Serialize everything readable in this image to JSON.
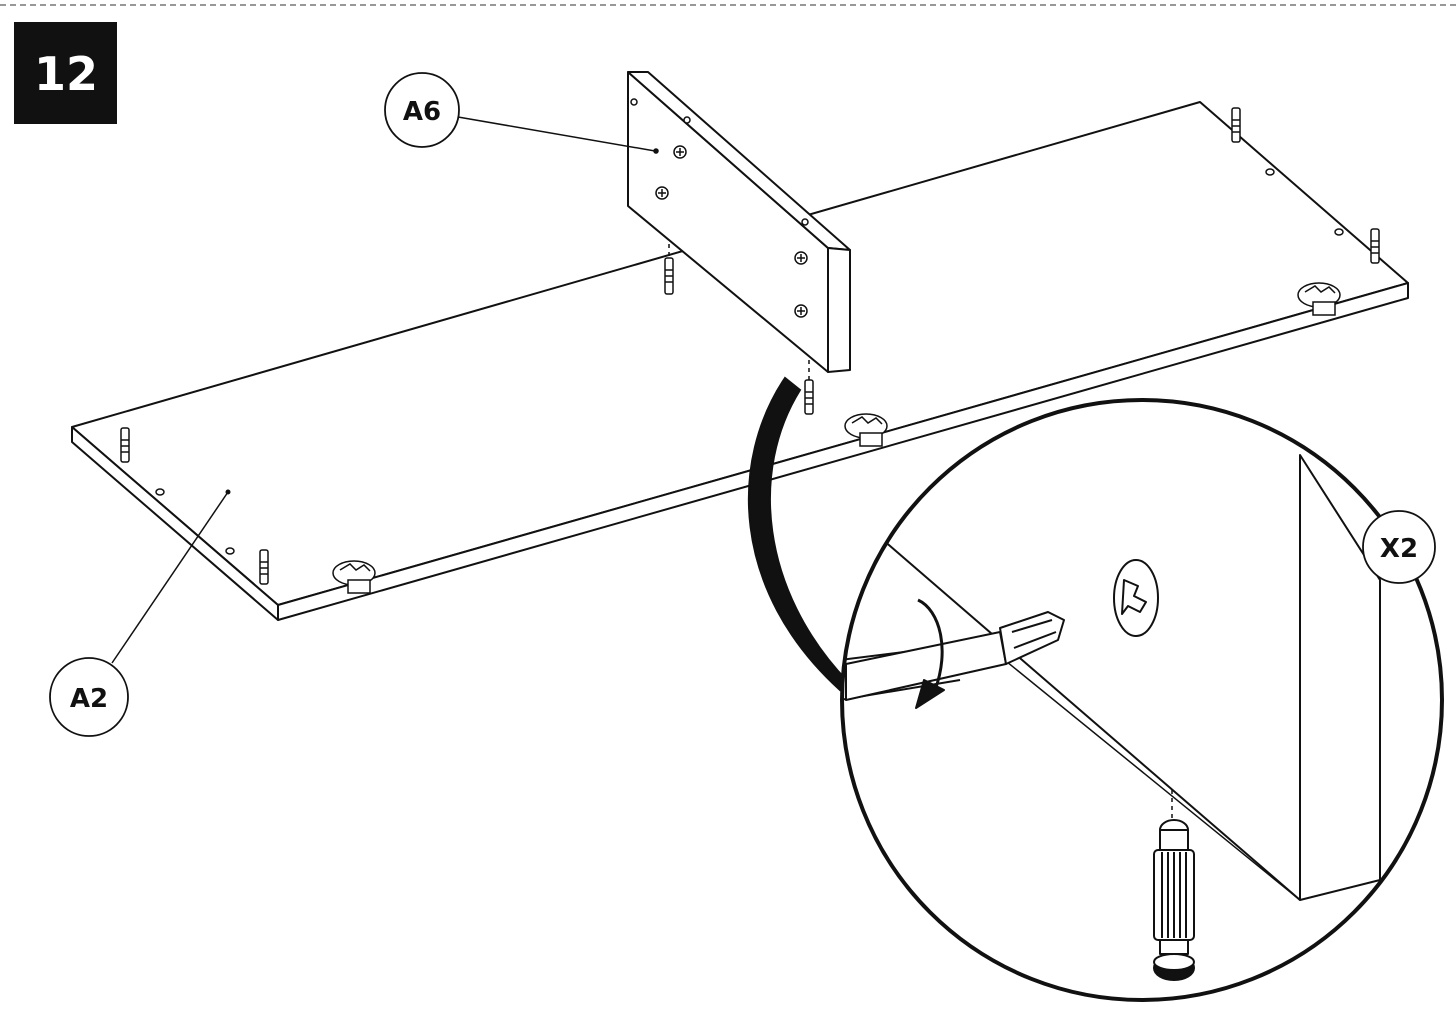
{
  "step": {
    "number": "12"
  },
  "callouts": {
    "panel_side": "A6",
    "panel_bottom": "A2",
    "quantity": "X2"
  }
}
